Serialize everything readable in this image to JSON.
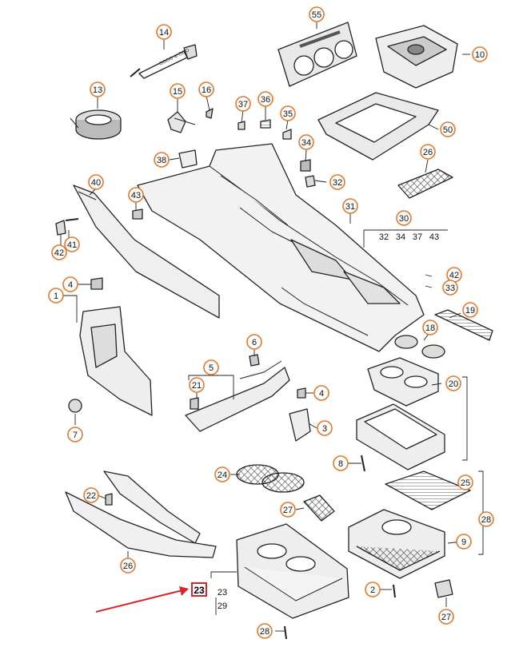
{
  "diagram": {
    "callouts": [
      "55",
      "14",
      "10",
      "13",
      "15",
      "16",
      "37",
      "36",
      "35",
      "50",
      "38",
      "34",
      "26",
      "32",
      "40",
      "43",
      "31",
      "30",
      "32",
      "34",
      "37",
      "43",
      "41",
      "42",
      "42",
      "33",
      "4",
      "1",
      "19",
      "18",
      "6",
      "5",
      "20",
      "21",
      "4",
      "7",
      "3",
      "8",
      "25",
      "24",
      "27",
      "28",
      "22",
      "9",
      "26",
      "2",
      "25",
      "23",
      "27",
      "28",
      "29",
      "25"
    ],
    "highlight": {
      "label": "23",
      "arrow_color": "#d8262d"
    },
    "callout_color": "#e07a2c"
  }
}
